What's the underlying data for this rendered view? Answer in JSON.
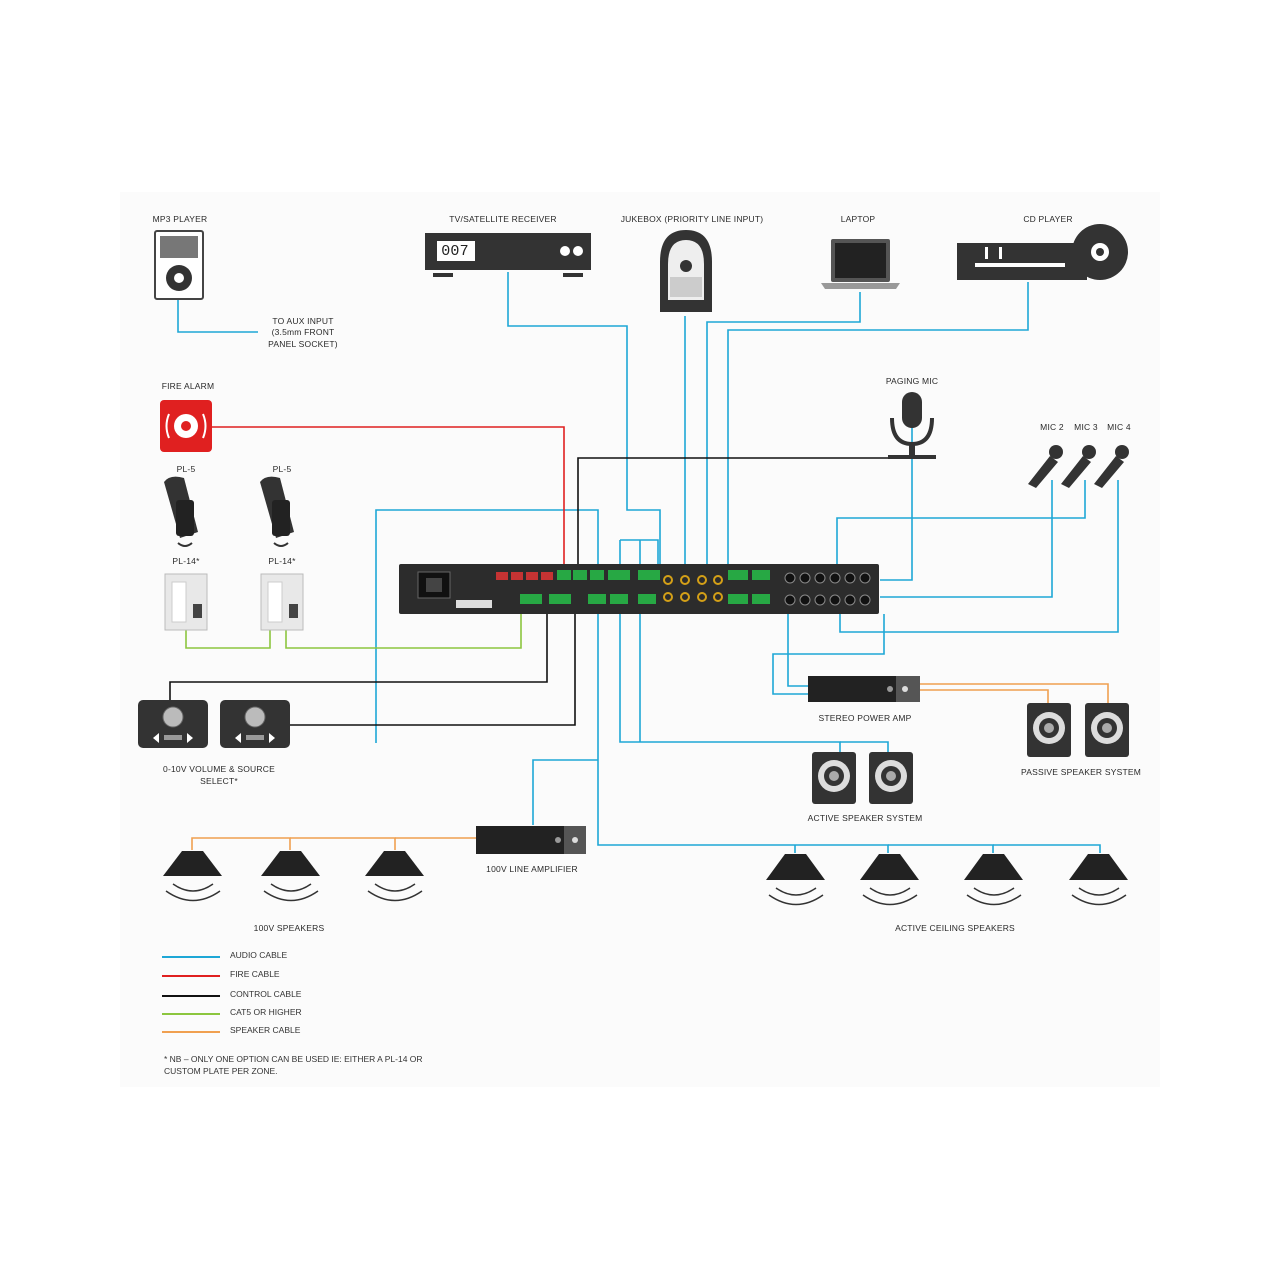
{
  "labels": {
    "mp3_player": "MP3 PLAYER",
    "aux_note_1": "TO AUX INPUT",
    "aux_note_2": "(3.5mm FRONT",
    "aux_note_3": "PANEL SOCKET)",
    "tv_receiver": "TV/SATELLITE RECEIVER",
    "tv_display": "007",
    "jukebox": "JUKEBOX (PRIORITY LINE INPUT)",
    "laptop": "LAPTOP",
    "cd_player": "CD PLAYER",
    "fire_alarm": "FIRE ALARM",
    "pl5_a": "PL-5",
    "pl5_b": "PL-5",
    "pl14_a": "PL-14*",
    "pl14_b": "PL-14*",
    "paging_mic": "PAGING MIC",
    "mic2": "MIC 2",
    "mic3": "MIC 3",
    "mic4": "MIC 4",
    "stereo_amp": "STEREO POWER AMP",
    "passive_speakers": "PASSIVE SPEAKER SYSTEM",
    "active_speakers": "ACTIVE SPEAKER SYSTEM",
    "volume_select_1": "0-10V VOLUME & SOURCE",
    "volume_select_2": "SELECT*",
    "line_amp": "100V LINE AMPLIFIER",
    "speakers_100v": "100V SPEAKERS",
    "ceiling_speakers": "ACTIVE CEILING SPEAKERS"
  },
  "legend": [
    {
      "label": "AUDIO CABLE",
      "color": "#1ea7d6"
    },
    {
      "label": "FIRE CABLE",
      "color": "#e02020"
    },
    {
      "label": "CONTROL CABLE",
      "color": "#111111"
    },
    {
      "label": "CAT5 OR HIGHER",
      "color": "#8cc63f"
    },
    {
      "label": "SPEAKER CABLE",
      "color": "#f0a050"
    }
  ],
  "footnote_1": "* NB – ONLY ONE OPTION CAN BE USED IE: EITHER A PL-14 OR",
  "footnote_2": "CUSTOM PLATE PER ZONE.",
  "colors": {
    "audio": "#1ea7d6",
    "fire": "#e02020",
    "control": "#111111",
    "cat5": "#8cc63f",
    "speaker": "#f0a050",
    "device": "#333333"
  }
}
